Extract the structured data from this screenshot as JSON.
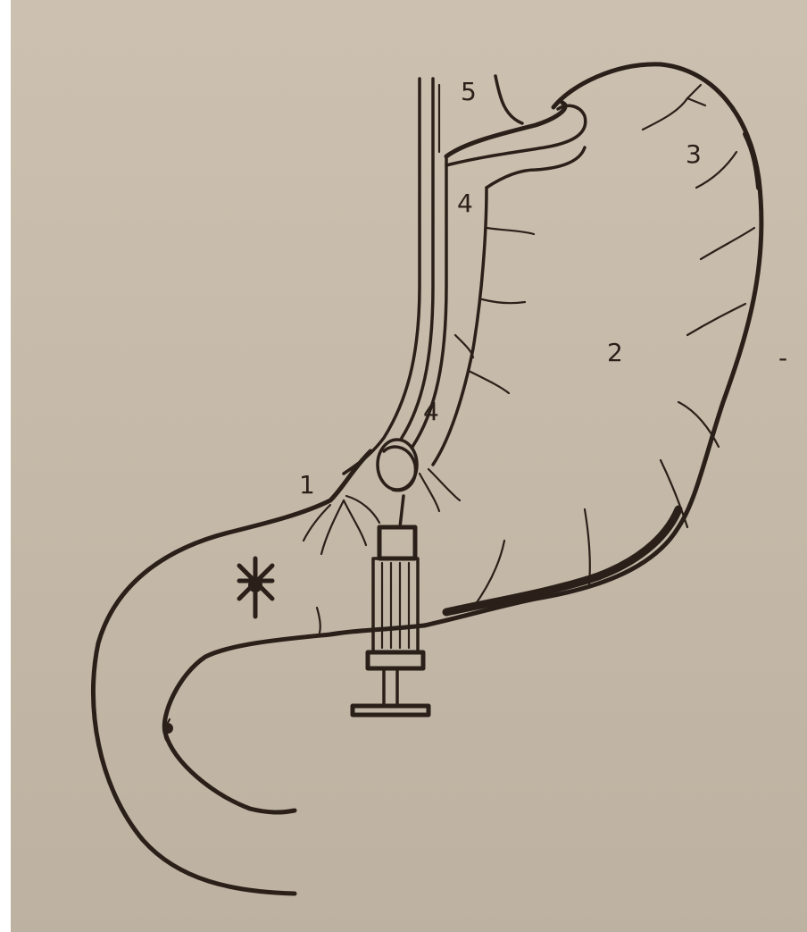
{
  "figure": {
    "labels": {
      "l1": "1",
      "l2": "2",
      "l3": "3",
      "l4a": "4",
      "l4b": "4",
      "l5": "5",
      "dash": "-"
    }
  },
  "colors": {
    "paper": "#c9bdab",
    "ink": "#2a2019",
    "margin": "#ffffff"
  },
  "icons": {
    "syringe": "syringe-icon",
    "lesion": "asterisk-lesion-icon"
  }
}
